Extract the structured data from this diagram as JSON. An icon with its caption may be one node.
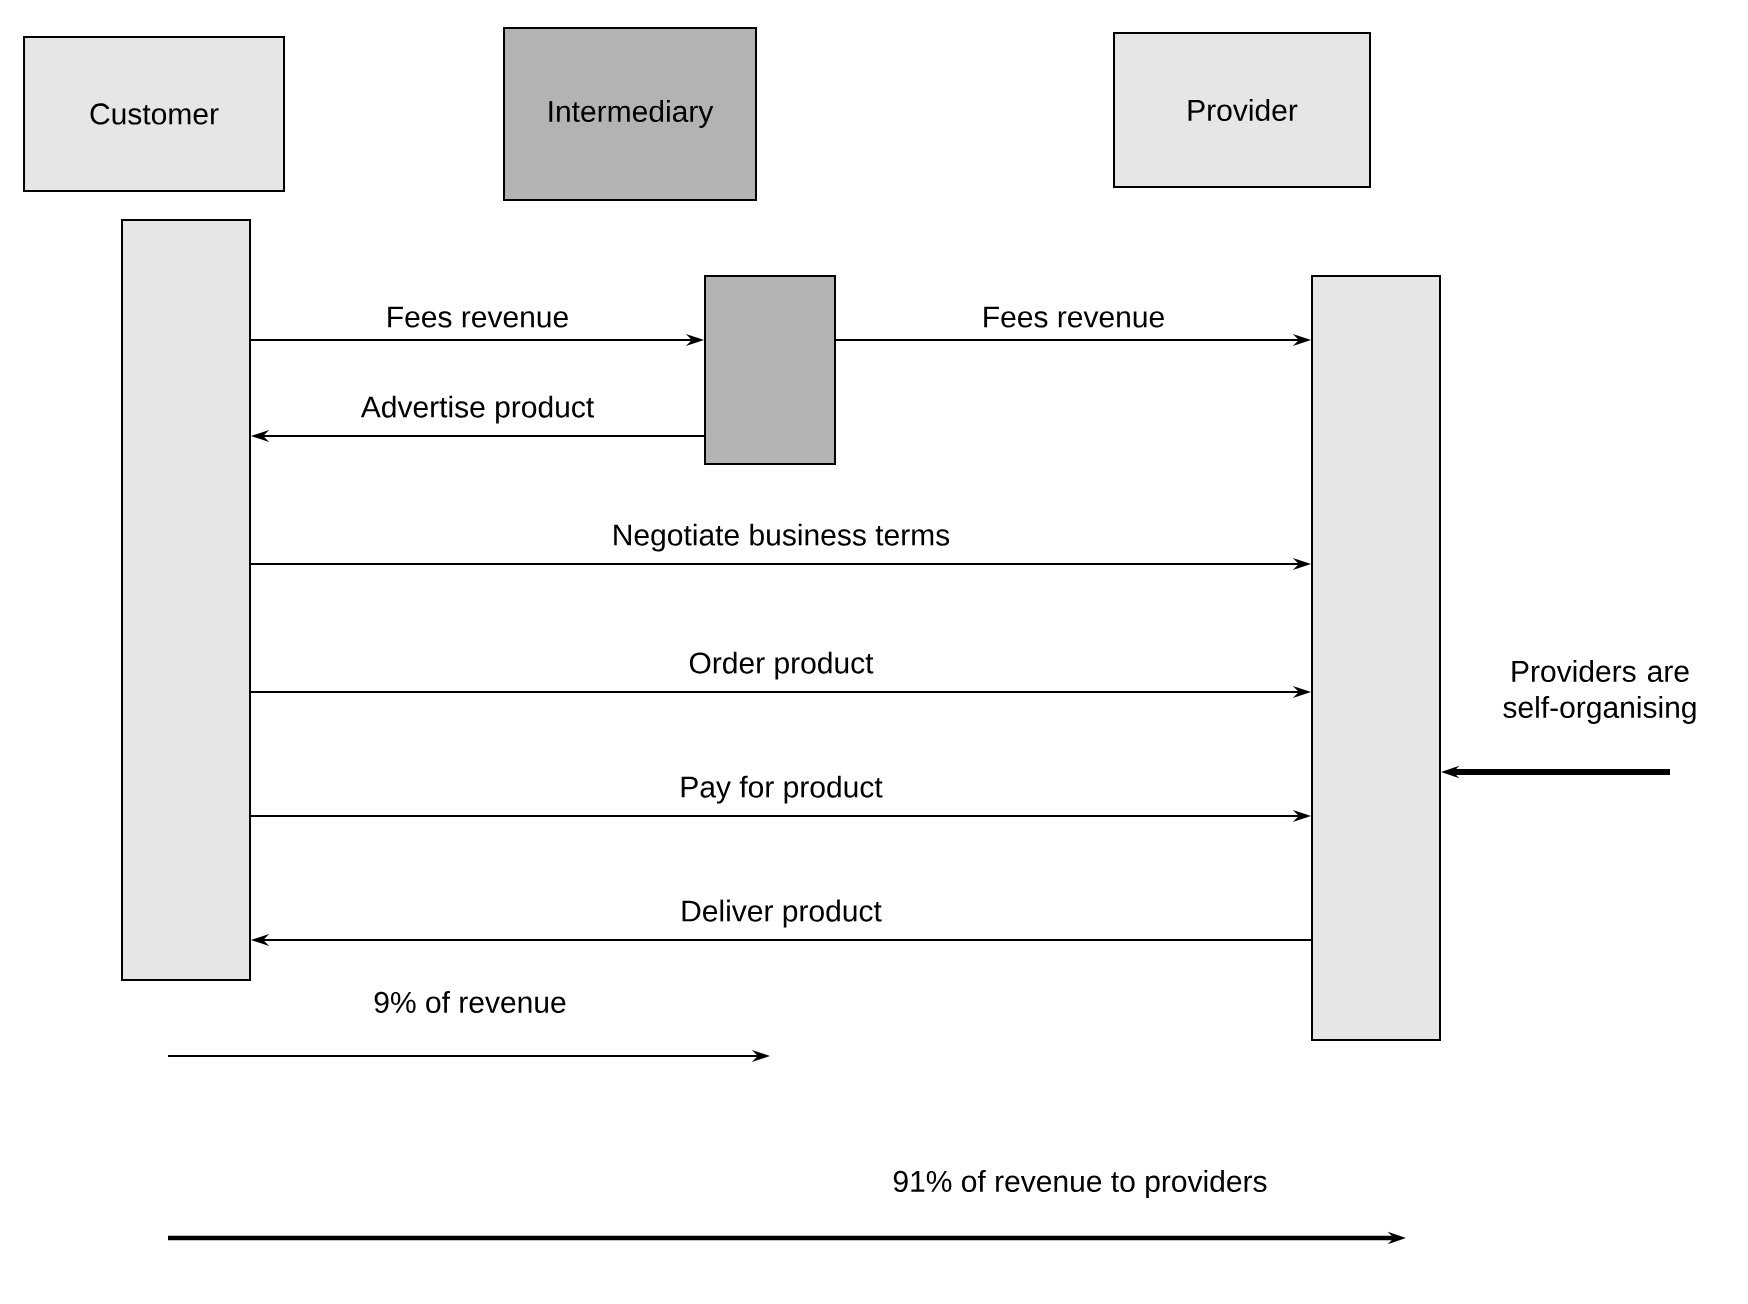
{
  "diagram": {
    "nodes": [
      {
        "text": [
          "Customer"
        ]
      },
      {
        "text": [
          "Intermediary"
        ]
      },
      {
        "text": [
          "Provider"
        ]
      },
      {
        "text": [],
        "shape": "bar"
      },
      {
        "text": [],
        "shape": "bar"
      },
      {
        "text": [],
        "shape": "bar"
      },
      {
        "text": [
          "Providers are self-organising"
        ]
      }
    ],
    "edges": [
      {
        "from": 3,
        "to": 4,
        "arrow": "to",
        "label": "Fees revenue"
      },
      {
        "from": 4,
        "to": 5,
        "arrow": "to",
        "label": "Fees revenue"
      },
      {
        "from": 4,
        "to": 3,
        "arrow": "to",
        "label": "Advertise product"
      },
      {
        "from": 3,
        "to": 5,
        "arrow": "to",
        "label": "Negotiate business terms"
      },
      {
        "from": 3,
        "to": 5,
        "arrow": "to",
        "label": "Order product"
      },
      {
        "from": 3,
        "to": 5,
        "arrow": "to",
        "label": "Pay for product"
      },
      {
        "from": 5,
        "to": 3,
        "arrow": "to",
        "label": "Deliver product"
      },
      {
        "from": 6,
        "to": 5,
        "arrow": "to",
        "style": "thick"
      }
    ],
    "labels": [
      "9% of revenue",
      "91% of revenue to providers"
    ]
  }
}
